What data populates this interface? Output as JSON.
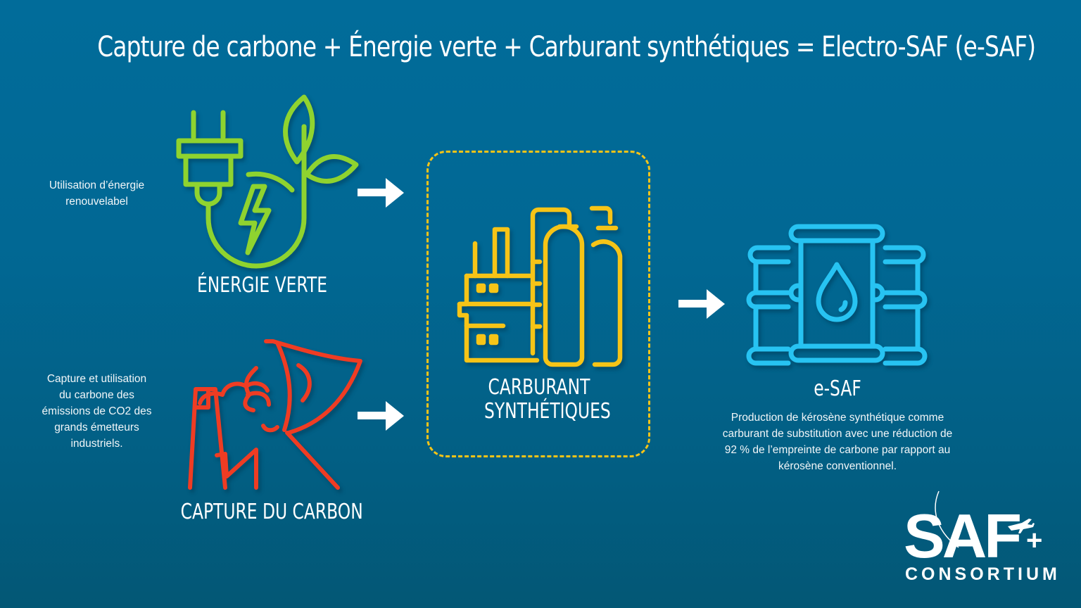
{
  "header": {
    "title": "Capture de carbone + Énergie verte + Carburant synthétiques = Electro-SAF (e-SAF)"
  },
  "colors": {
    "background_top": "#016c9a",
    "background_bottom": "#035775",
    "green_energy": "#8fd32f",
    "carbon_capture": "#ef3c23",
    "synthetic_fuel": "#f6c417",
    "esaf": "#27c3f2",
    "text": "#ffffff"
  },
  "inputs": [
    {
      "id": "green-energy",
      "icon": "plug-leaf-icon",
      "label": "ÉNERGIE VERTE",
      "description_lines": [
        "Utilisation d’énergie",
        "renouvelabel"
      ]
    },
    {
      "id": "carbon-capture",
      "icon": "factory-chimney-capture-icon",
      "label": "CAPTURE DU CARBON",
      "description_lines": [
        "Capture et utilisation",
        "du carbone des",
        "émissions de CO2 des",
        "grands émetteurs",
        "industriels."
      ]
    }
  ],
  "process": {
    "icon": "refinery-tanks-icon",
    "label_lines": [
      "CARBURANT",
      "SYNTHÉTIQUES"
    ]
  },
  "output": {
    "icon": "oil-barrels-drop-icon",
    "label": "e-SAF",
    "description_lines": [
      "Production de kérosène synthétique comme",
      "carburant de substitution avec une réduction de",
      "92 % de l’empreinte de carbone par rapport au",
      "kérosène conventionnel."
    ]
  },
  "arrows": [
    "arrow-right-icon",
    "arrow-right-icon",
    "arrow-right-icon"
  ],
  "logo": {
    "main": "SAF",
    "plus": "+",
    "sub": "CONSORTIUM"
  }
}
